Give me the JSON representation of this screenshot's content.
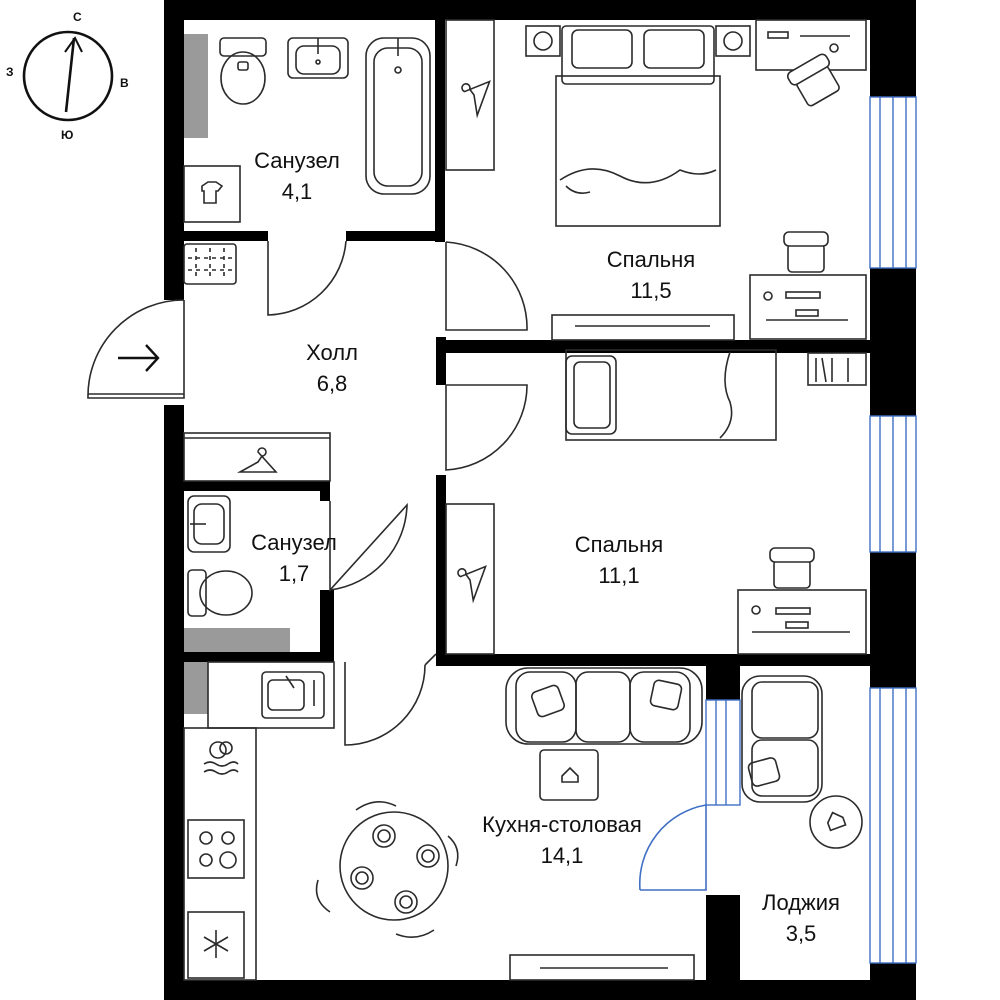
{
  "compass": {
    "north": "С",
    "south": "Ю",
    "east": "В",
    "west": "З"
  },
  "rooms": {
    "bathroom_large": {
      "name": "Санузел",
      "area": "4,1"
    },
    "bedroom_top": {
      "name": "Спальня",
      "area": "11,5"
    },
    "hall": {
      "name": "Холл",
      "area": "6,8"
    },
    "bathroom_small": {
      "name": "Санузел",
      "area": "1,7"
    },
    "bedroom_middle": {
      "name": "Спальня",
      "area": "11,1"
    },
    "kitchen": {
      "name": "Кухня-столовая",
      "area": "14,1"
    },
    "loggia": {
      "name": "Лоджия",
      "area": "3,5"
    }
  },
  "colors": {
    "wall": "#000000",
    "line": "#2b2b2b",
    "window": "#3f6fc4",
    "shade": "#9a9a9a"
  }
}
